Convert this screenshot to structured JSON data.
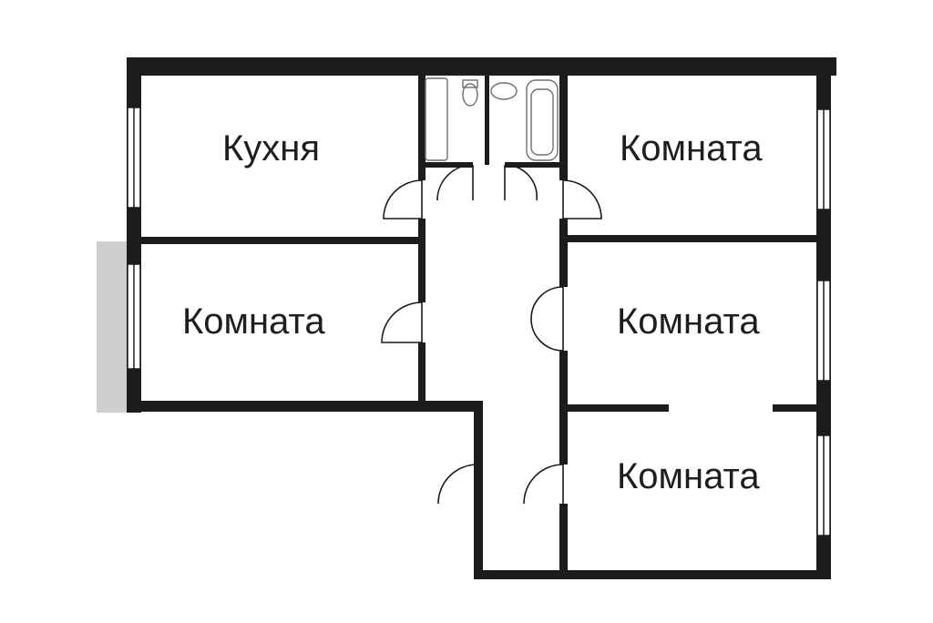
{
  "rooms": {
    "kitchen": "Кухня",
    "room_top_right": "Комната",
    "room_mid_left": "Комната",
    "room_mid_right": "Комната",
    "room_bottom_right": "Комната"
  },
  "colors": {
    "wall": "#1c1c1c",
    "fixture": "#6f6f6f",
    "balcony": "#cfcfcf",
    "window": "#ffffff"
  }
}
